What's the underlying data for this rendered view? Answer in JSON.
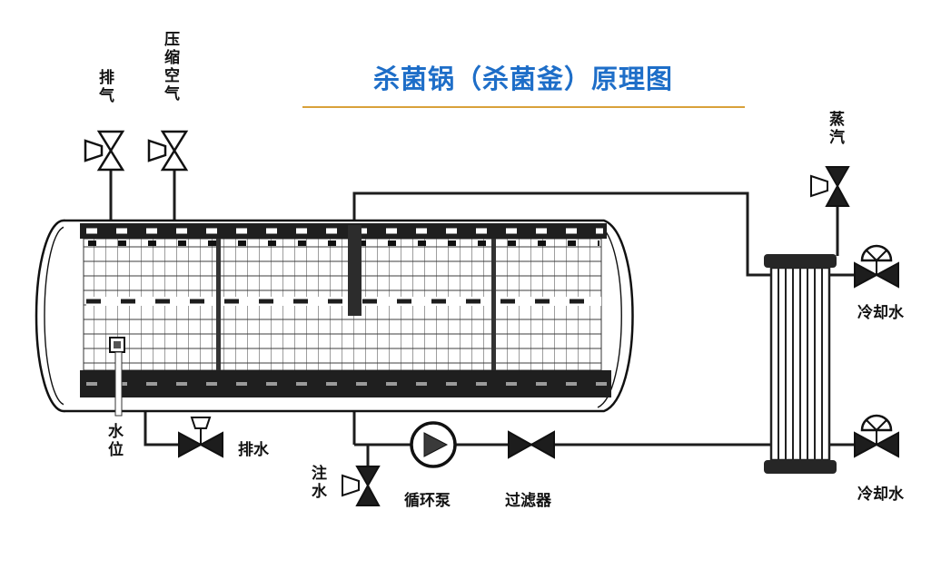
{
  "title": "杀菌锅（杀菌釜）原理图",
  "labels": {
    "exhaust": "排气",
    "compressed_air": "压缩空气",
    "steam": "蒸汽",
    "water_level": "水位",
    "drain": "排水",
    "water_inlet": "注水",
    "circulation_pump": "循环泵",
    "filter": "过滤器",
    "cooling_water_top": "冷却水",
    "cooling_water_bottom": "冷却水"
  },
  "colors": {
    "title_blue": "#1e6ec8",
    "underline_gold": "#d9a13a",
    "line_black": "#1d1d1d"
  },
  "icons": {
    "valve": "bowtie-valve-icon",
    "pump": "circulation-pump-icon",
    "filter": "filter-icon",
    "heat_exchanger": "heat-exchanger-icon"
  }
}
